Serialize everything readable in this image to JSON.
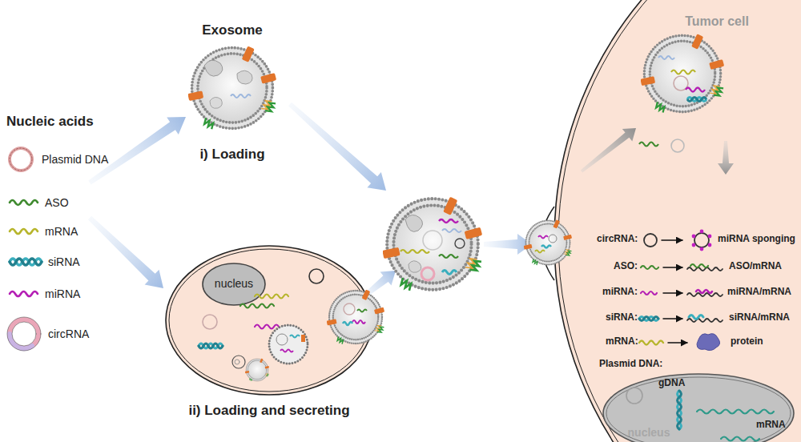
{
  "diagram": {
    "nodes": [
      {
        "text": [
          "Exosome",
          "i) Loading"
        ]
      },
      {
        "text": [
          "ii) Loading and secreting"
        ]
      },
      {
        "text": [
          "nucleus"
        ],
        "in": 1
      },
      {
        "text": [
          "Tumor cell"
        ]
      },
      {
        "text": [
          "nucleus"
        ],
        "in": 3
      }
    ],
    "labels": [
      "Nucleic acids",
      "circRNA:",
      "miRNA sponging",
      "ASO:",
      "ASO/mRNA",
      "miRNA:",
      "miRNA/mRNA",
      "siRNA:",
      "siRNA/mRNA",
      "mRNA:",
      "protein",
      "Plasmid DNA:",
      "gDNA",
      "mRNA"
    ],
    "legend": [
      {
        "text": "Plasmid DNA"
      },
      {
        "text": "ASO"
      },
      {
        "text": "mRNA"
      },
      {
        "text": "siRNA"
      },
      {
        "text": "miRNA"
      },
      {
        "text": "circRNA"
      }
    ]
  }
}
